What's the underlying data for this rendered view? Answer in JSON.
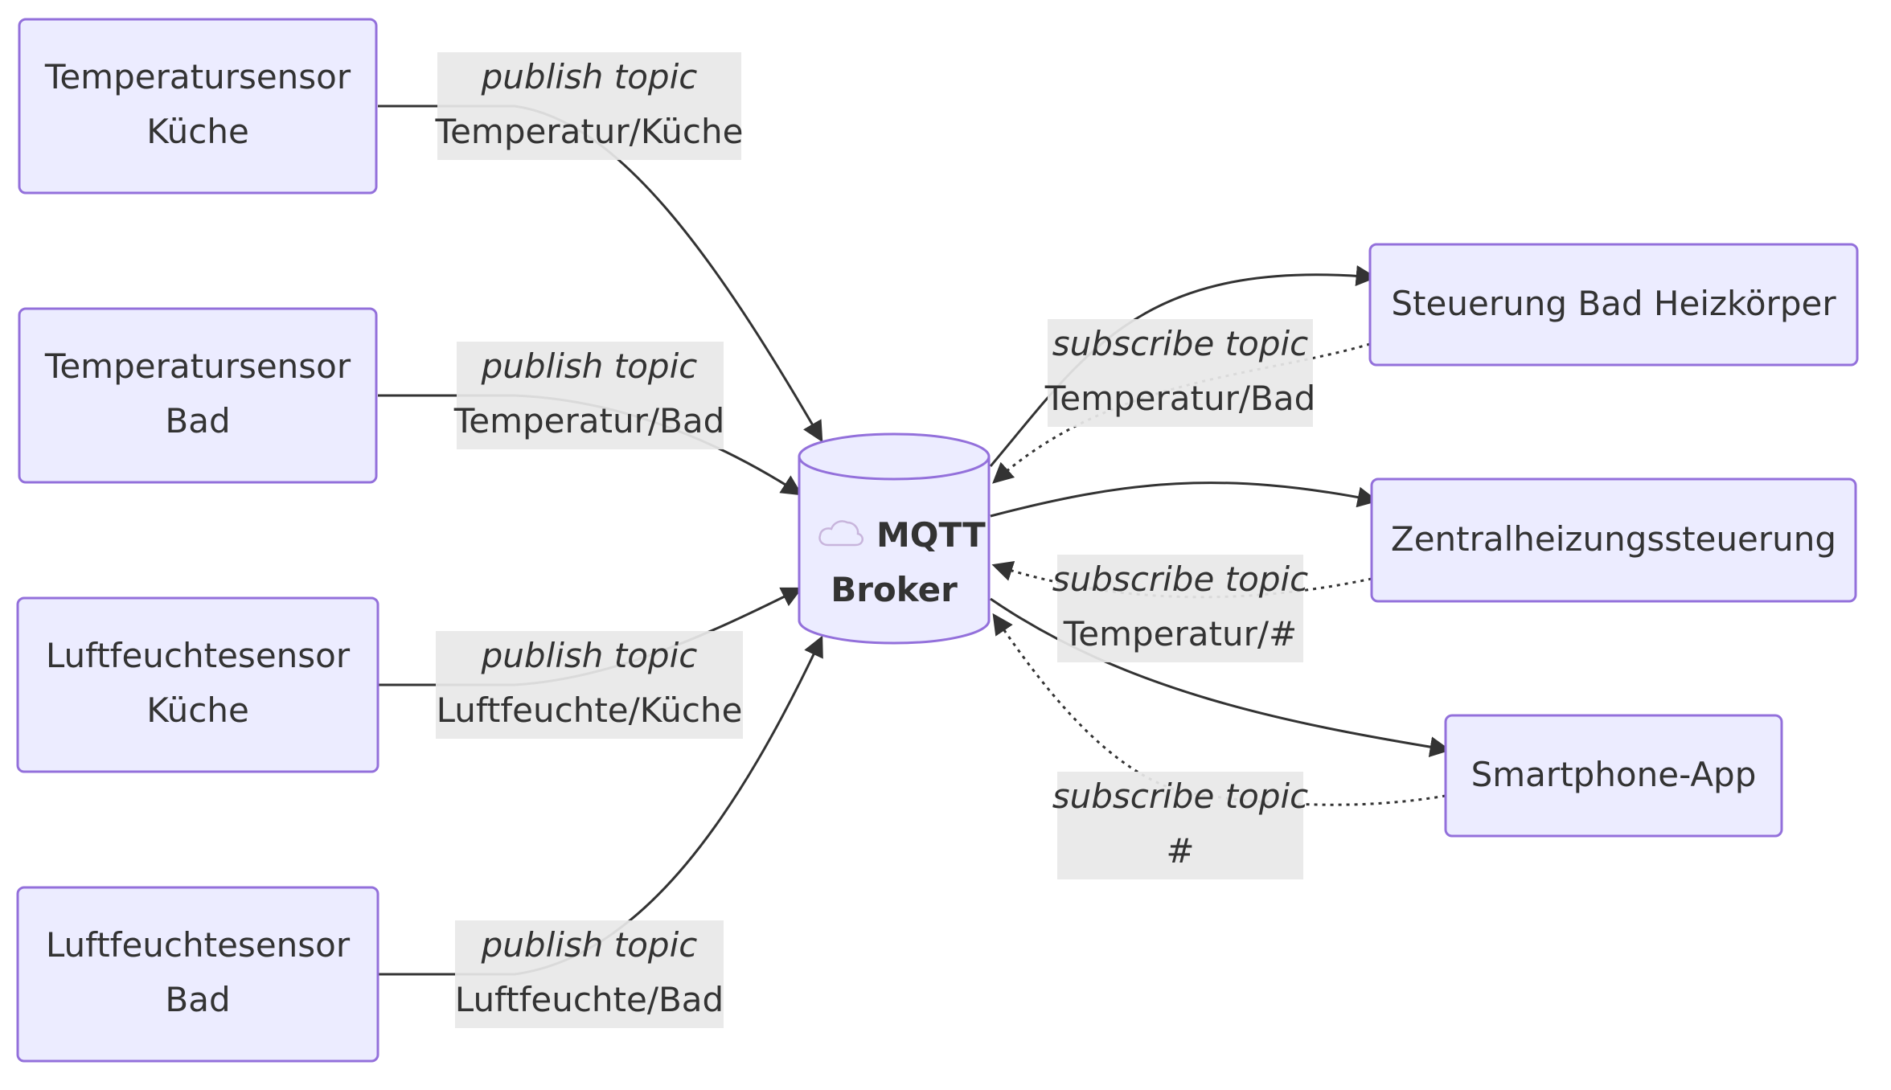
{
  "colors": {
    "node_fill": "#ECECFF",
    "node_stroke": "#9370DB",
    "edge": "#333333",
    "label_background": "#E8E8E8",
    "text": "#333333"
  },
  "broker": {
    "icon": "cloud-icon",
    "line1": "MQTT",
    "line2": "Broker"
  },
  "publishers": [
    {
      "line1": "Temperatursensor",
      "line2": "Küche",
      "label_title": "publish topic",
      "label_topic": "Temperatur/Küche"
    },
    {
      "line1": "Temperatursensor",
      "line2": "Bad",
      "label_title": "publish topic",
      "label_topic": "Temperatur/Bad"
    },
    {
      "line1": "Luftfeuchtesensor",
      "line2": "Küche",
      "label_title": "publish topic",
      "label_topic": "Luftfeuchte/Küche"
    },
    {
      "line1": "Luftfeuchtesensor",
      "line2": "Bad",
      "label_title": "publish topic",
      "label_topic": "Luftfeuchte/Bad"
    }
  ],
  "subscribers": [
    {
      "name": "Steuerung Bad Heizkörper",
      "label_title": "subscribe topic",
      "label_topic": "Temperatur/Bad"
    },
    {
      "name": "Zentralheizungssteuerung",
      "label_title": "subscribe topic",
      "label_topic": "Temperatur/#"
    },
    {
      "name": "Smartphone-App",
      "label_title": "subscribe topic",
      "label_topic": "#"
    }
  ]
}
